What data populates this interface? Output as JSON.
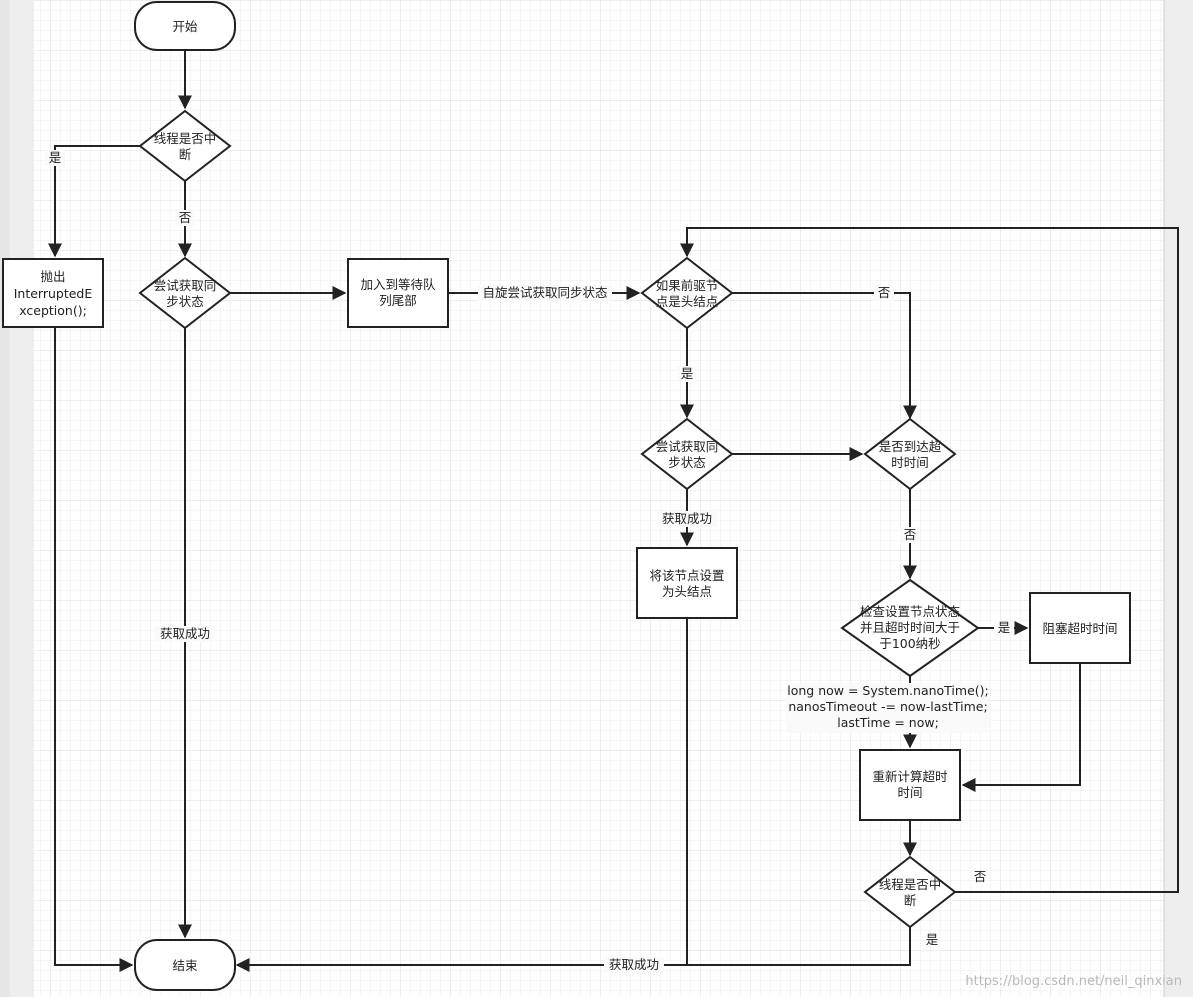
{
  "nodes": {
    "start": "开始",
    "interrupt1": [
      "线程是否中",
      "断"
    ],
    "throw": [
      "抛出",
      "InterruptedE",
      "xception();"
    ],
    "try1": [
      "尝试获取同",
      "步状态"
    ],
    "enqueue": [
      "加入到等待队",
      "列尾部"
    ],
    "pred_head": [
      "如果前驱节",
      "点是头结点"
    ],
    "try2": [
      "尝试获取同",
      "步状态"
    ],
    "set_head": [
      "将该节点设置",
      "为头结点"
    ],
    "timeout": [
      "是否到达超",
      "时时间"
    ],
    "check_state": [
      "检查设置节点状态",
      "并且超时时间大于",
      "于100纳秒"
    ],
    "block": "阻塞超时时间",
    "recalc": [
      "重新计算超时",
      "时间"
    ],
    "interrupt2": [
      "线程是否中",
      "断"
    ],
    "end": "结束"
  },
  "edge_labels": {
    "yes1": "是",
    "no1": "否",
    "spin": "自旋尝试获取同步状态",
    "acquired1": "获取成功",
    "no_pred": "否",
    "yes_pred": "是",
    "acquired2": "获取成功",
    "no_timeout": "否",
    "yes_block": "是",
    "code": [
      "long now = System.nanoTime();",
      "nanosTimeout -= now-lastTime;",
      "lastTime = now;"
    ],
    "no_interrupt": "否",
    "yes_interrupt": "是",
    "acquired3": "获取成功"
  },
  "watermark": "https://blog.csdn.net/neil_qinxian"
}
